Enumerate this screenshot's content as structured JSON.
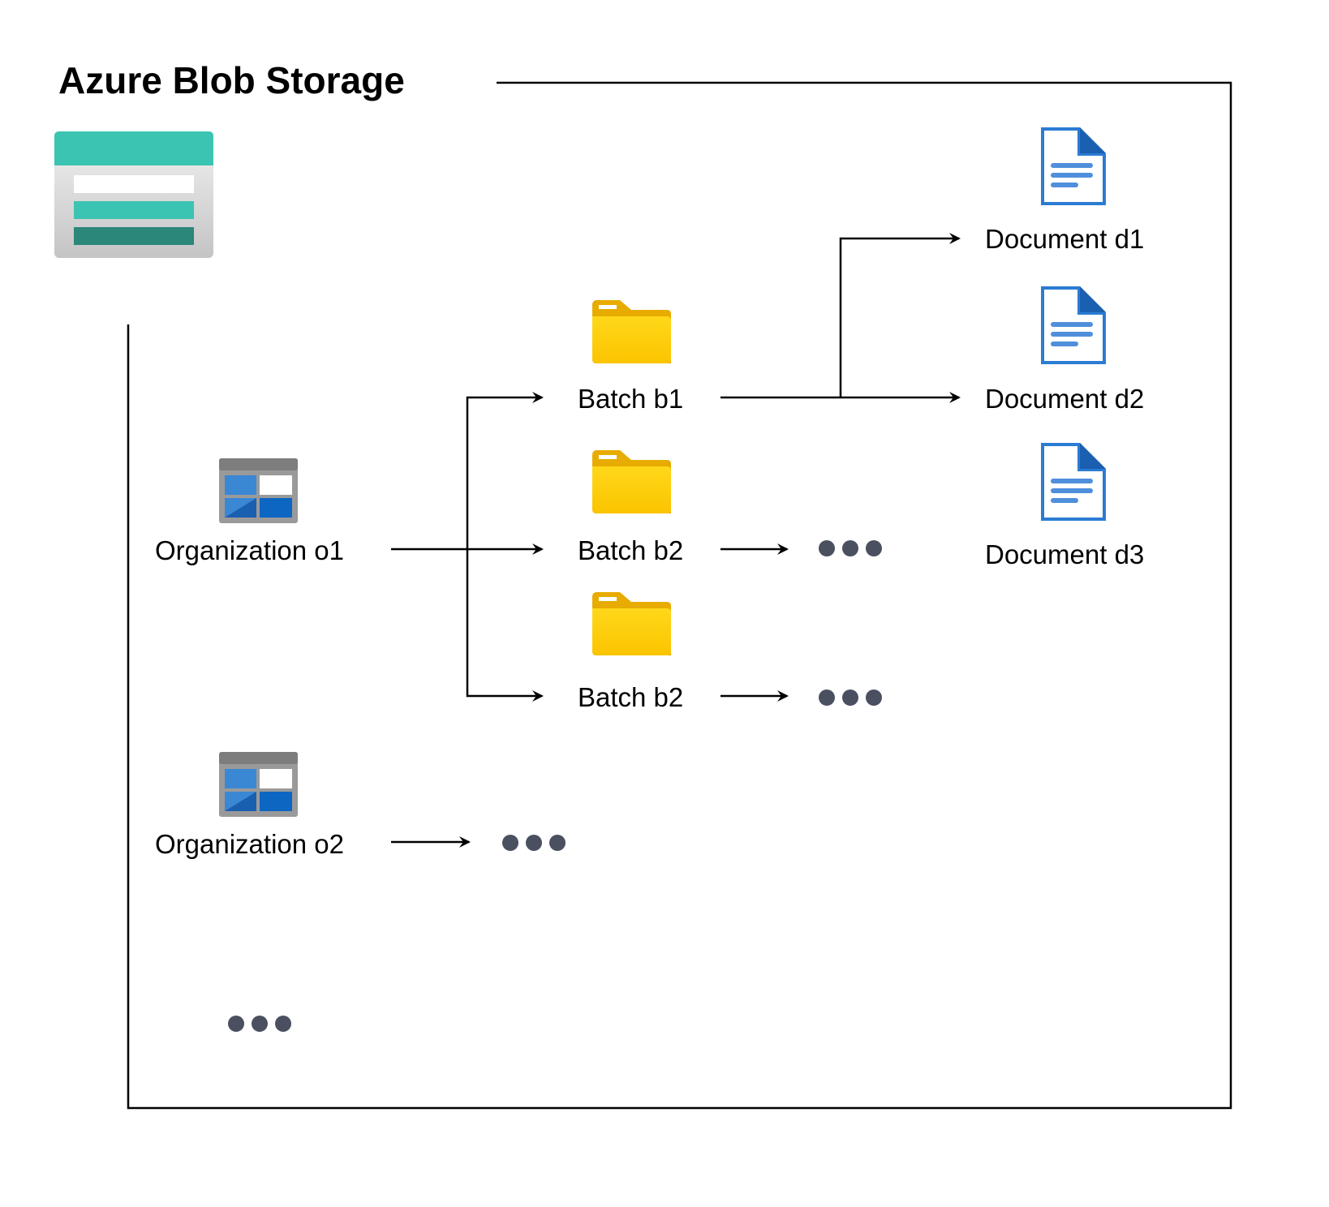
{
  "title": "Azure Blob Storage",
  "colors": {
    "teal": "#3cc4b2",
    "teal_dark": "#2a8779",
    "folder_yellow": "#ffcc00",
    "doc_blue": "#2b7cd3",
    "container_blue": "#1a74c6",
    "ellipsis": "#4a5060",
    "line": "#000000"
  },
  "organizations": [
    {
      "label": "Organization o1",
      "icon": "blob-container-icon"
    },
    {
      "label": "Organization o2",
      "icon": "blob-container-icon"
    }
  ],
  "batches": [
    {
      "label": "Batch b1",
      "icon": "folder-icon"
    },
    {
      "label": "Batch b2",
      "icon": "folder-icon"
    },
    {
      "label": "Batch b2",
      "icon": "folder-icon"
    }
  ],
  "documents": [
    {
      "label": "Document d1",
      "icon": "document-icon"
    },
    {
      "label": "Document d2",
      "icon": "document-icon"
    },
    {
      "label": "Document d3",
      "icon": "document-icon"
    }
  ]
}
